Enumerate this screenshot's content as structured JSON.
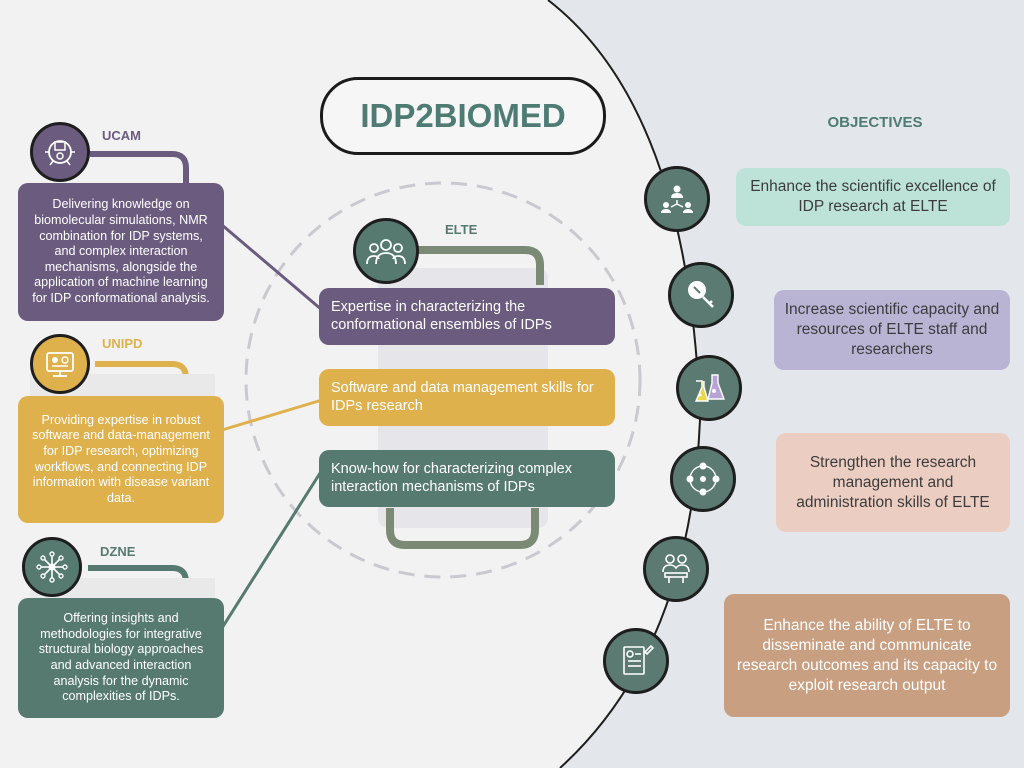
{
  "title": "IDP2BIOMED",
  "partners": [
    {
      "name": "UCAM",
      "description": "Delivering knowledge on biomolecular simulations, NMR combination for IDP systems, and complex interaction mechanisms, alongside the application of machine learning for IDP conformational analysis.",
      "color": "#6a5b7f",
      "icon": "microchip-brain-icon"
    },
    {
      "name": "UNIPD",
      "description": "Providing expertise in robust software and data-management for IDP research, optimizing workflows, and connecting IDP information with disease variant data.",
      "color": "#dfb14d",
      "icon": "computer-network-icon"
    },
    {
      "name": "DZNE",
      "description": "Offering insights and methodologies for integrative structural biology approaches and advanced interaction analysis for the dynamic complexities of IDPs.",
      "color": "#567a70",
      "icon": "network-nodes-icon"
    }
  ],
  "center": {
    "name": "ELTE",
    "icon": "group-people-icon",
    "expertise": [
      {
        "text": "Expertise in characterizing the conformational ensembles of IDPs",
        "color": "#6a5b7f"
      },
      {
        "text": "Software and data management skills for IDPs research",
        "color": "#dfb14d"
      },
      {
        "text": "Know-how for characterizing complex interaction mechanisms of IDPs",
        "color": "#567a70"
      }
    ]
  },
  "objectives_title": "OBJECTIVES",
  "objectives": [
    {
      "text": "Enhance the scientific excellence of IDP research at ELTE",
      "bg": "#bde3d9",
      "fg": "#3c3c3c",
      "icon": "team-network-icon"
    },
    {
      "text": "Increase scientific capacity and resources of ELTE staff and researchers",
      "bg": "#b9b3d4",
      "fg": "#3c3c3c",
      "icon": "tools-icon"
    },
    {
      "text": "Strengthen the research management and administration skills of ELTE",
      "bg": "#ebcdc1",
      "fg": "#3c3c3c",
      "icon": "lab-flasks-icon"
    },
    {
      "text": "Enhance the ability of ELTE to disseminate and communicate research outcomes and its capacity to exploit research output",
      "bg": "#c99f82",
      "fg": "#ffffff",
      "icon": "meeting-icon"
    }
  ],
  "objective_icons": [
    "team-network-icon",
    "tools-icon",
    "lab-flasks-icon",
    "people-circle-icon",
    "meeting-icon",
    "document-settings-icon"
  ]
}
